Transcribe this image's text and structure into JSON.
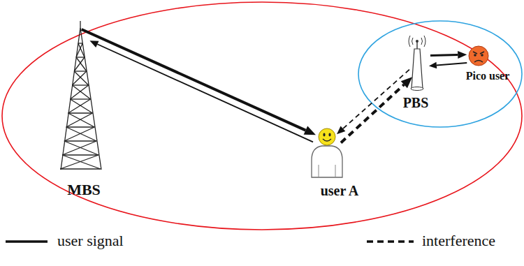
{
  "diagram": {
    "nodes": [
      {
        "text": [
          "MBS"
        ]
      },
      {
        "text": [
          "user A"
        ]
      },
      {
        "text": [
          "PBS"
        ]
      },
      {
        "text": [
          "Pico user"
        ]
      }
    ],
    "edges": [
      {
        "from": 0,
        "to": 1,
        "arrow": "to"
      },
      {
        "from": 1,
        "to": 0,
        "arrow": "to"
      },
      {
        "from": 1,
        "to": 2,
        "arrow": "to"
      },
      {
        "from": 2,
        "to": 1,
        "arrow": "to"
      },
      {
        "from": 2,
        "to": 3,
        "arrow": "to"
      },
      {
        "from": 3,
        "to": 2,
        "arrow": "to"
      }
    ],
    "legend": [
      {
        "text": "user signal"
      },
      {
        "text": "interference"
      }
    ]
  }
}
